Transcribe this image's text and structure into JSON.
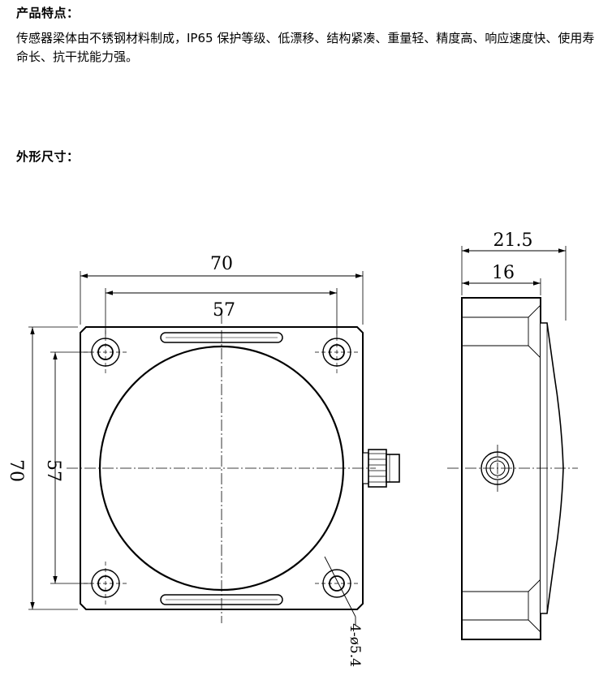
{
  "features": {
    "heading": "产品特点：",
    "text": "传感器梁体由不锈钢材料制成，IP65 保护等级、低漂移、结构紧凑、重量轻、精度高、响应速度快、使用寿命长、抗干扰能力强。"
  },
  "dimensions": {
    "heading": "外形尺寸：",
    "front_view": {
      "overall_width": "70",
      "hole_spacing_x": "57",
      "overall_height": "70",
      "hole_spacing_y": "57",
      "mounting_holes": "4-ø5.4"
    },
    "side_view": {
      "total_depth": "21.5",
      "body_depth": "16"
    }
  }
}
